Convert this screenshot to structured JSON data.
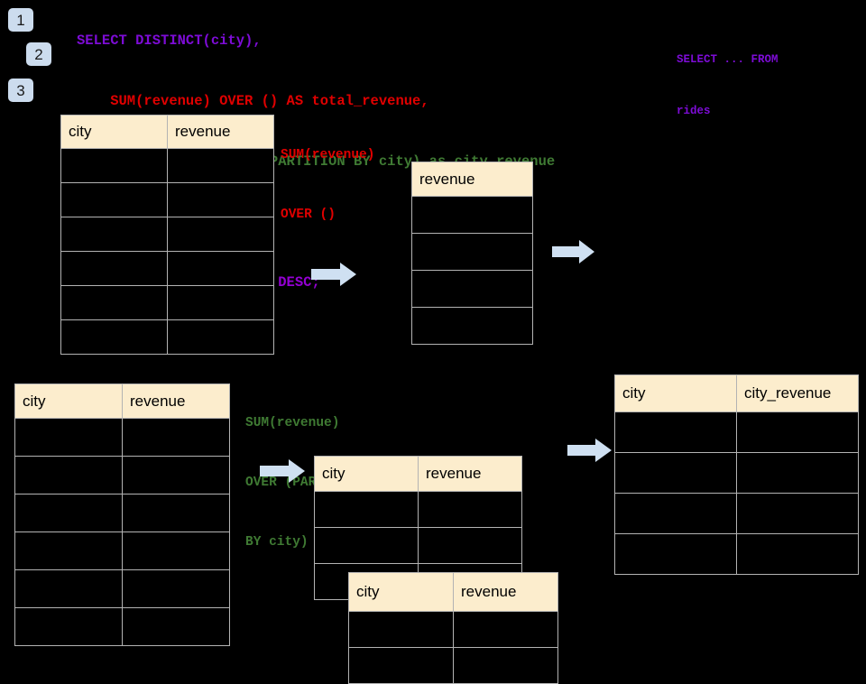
{
  "page": {
    "background": "#000000",
    "header_fill": "#fcedcd",
    "grid_line": "#b3b3b3",
    "badge_fill": "#ccdcee",
    "arrow_fill": "#cfe0f2"
  },
  "steps": [
    {
      "label": "1"
    },
    {
      "label": "2"
    },
    {
      "label": "3"
    }
  ],
  "sql": {
    "line1": "SELECT DISTINCT(city),",
    "line2": "    SUM(revenue) OVER () AS total_revenue,",
    "line3": "    SUM(revenue) OVER (PARTITION BY city) as city_revenue",
    "line4": "  FROM rides",
    "line5": "  ORDER by city_revenue DESC;",
    "colors": {
      "line1": "#7d0cd6",
      "line2": "#e00000",
      "line3": "#3f7a33",
      "line4": "#9400d3",
      "line5": "#9400d3"
    }
  },
  "sql_note": {
    "line1": "SELECT ... FROM",
    "line2": "rides"
  },
  "annotations": {
    "total_revenue": {
      "line1": "SUM(revenue)",
      "line2": "OVER ()",
      "color": "#e00000"
    },
    "city_revenue": {
      "line1": "SUM(revenue)",
      "line2": "OVER (PARTITION",
      "line3": "BY city)",
      "color": "#3f7a33"
    }
  },
  "tables": {
    "rides_top": {
      "name": "rides-source-top",
      "headers": [
        "city",
        "revenue"
      ],
      "row_count": 6,
      "rows": [
        [
          "",
          ""
        ],
        [
          "",
          ""
        ],
        [
          "",
          ""
        ],
        [
          "",
          ""
        ],
        [
          "",
          ""
        ],
        [
          "",
          ""
        ]
      ]
    },
    "total_revenue": {
      "name": "total-revenue-result",
      "headers": [
        "revenue"
      ],
      "row_count": 4,
      "rows": [
        [
          ""
        ],
        [
          ""
        ],
        [
          ""
        ],
        [
          ""
        ]
      ]
    },
    "rides_bottom": {
      "name": "rides-source-bottom",
      "headers": [
        "city",
        "revenue"
      ],
      "row_count": 6,
      "rows": [
        [
          "",
          ""
        ],
        [
          "",
          ""
        ],
        [
          "",
          ""
        ],
        [
          "",
          ""
        ],
        [
          "",
          ""
        ],
        [
          "",
          ""
        ]
      ]
    },
    "partition_back": {
      "name": "partition-group-back",
      "headers": [
        "city",
        "revenue"
      ],
      "row_count": 3,
      "rows": [
        [
          "",
          ""
        ],
        [
          "",
          ""
        ],
        [
          "",
          ""
        ]
      ]
    },
    "partition_front": {
      "name": "partition-group-front",
      "headers": [
        "city",
        "revenue"
      ],
      "row_count": 2,
      "rows": [
        [
          "",
          ""
        ],
        [
          "",
          ""
        ]
      ]
    },
    "final": {
      "name": "final-result",
      "headers": [
        "city",
        "city_revenue"
      ],
      "row_count": 4,
      "rows": [
        [
          "",
          ""
        ],
        [
          "",
          ""
        ],
        [
          "",
          ""
        ],
        [
          "",
          ""
        ]
      ]
    }
  },
  "arrows": [
    {
      "name": "arrow-rides-to-total"
    },
    {
      "name": "arrow-total-to-final"
    },
    {
      "name": "arrow-rides-to-partition"
    },
    {
      "name": "arrow-partition-to-final"
    }
  ]
}
